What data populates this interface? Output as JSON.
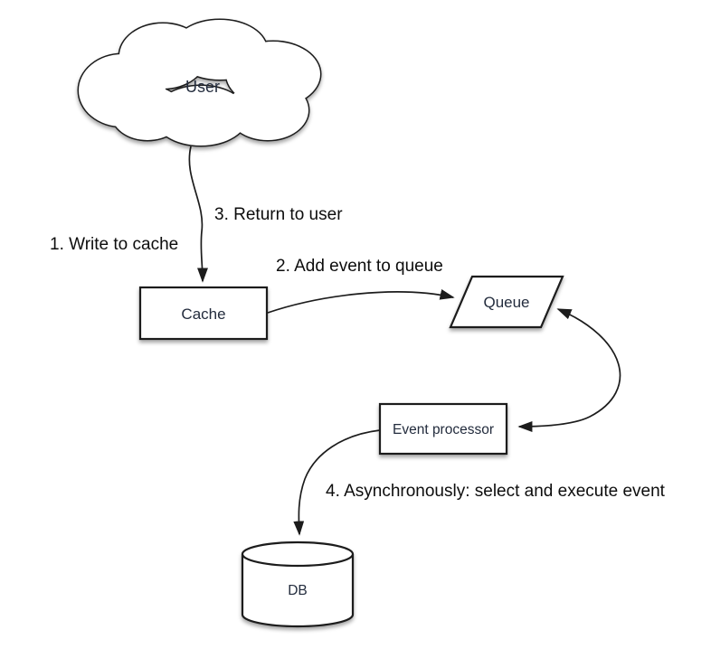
{
  "diagram": {
    "background_color": "#ffffff",
    "stroke_color": "#1c1c1c",
    "node_fill_color": "#ffffff",
    "node_text_color": "#232c3d",
    "label_text_color": "#0d0d0d",
    "nodes": {
      "user": {
        "label": "User",
        "shape": "cloud"
      },
      "cache": {
        "label": "Cache",
        "shape": "rectangle"
      },
      "queue": {
        "label": "Queue",
        "shape": "parallelogram"
      },
      "event_processor": {
        "label": "Event processor",
        "shape": "rectangle"
      },
      "db": {
        "label": "DB",
        "shape": "cylinder"
      }
    },
    "steps": {
      "step1": "1. Write to cache",
      "step2": "2. Add event to queue",
      "step3": "3. Return to user",
      "step4": "4. Asynchronously: select and execute event"
    },
    "edges": [
      {
        "from": "user",
        "to": "cache",
        "labels": [
          "step1",
          "step3"
        ],
        "bidirectional": false
      },
      {
        "from": "cache",
        "to": "queue",
        "labels": [
          "step2"
        ],
        "bidirectional": false
      },
      {
        "from": "queue",
        "to": "event_processor",
        "labels": [],
        "bidirectional": true
      },
      {
        "from": "event_processor",
        "to": "db",
        "labels": [
          "step4"
        ],
        "bidirectional": false
      }
    ]
  }
}
